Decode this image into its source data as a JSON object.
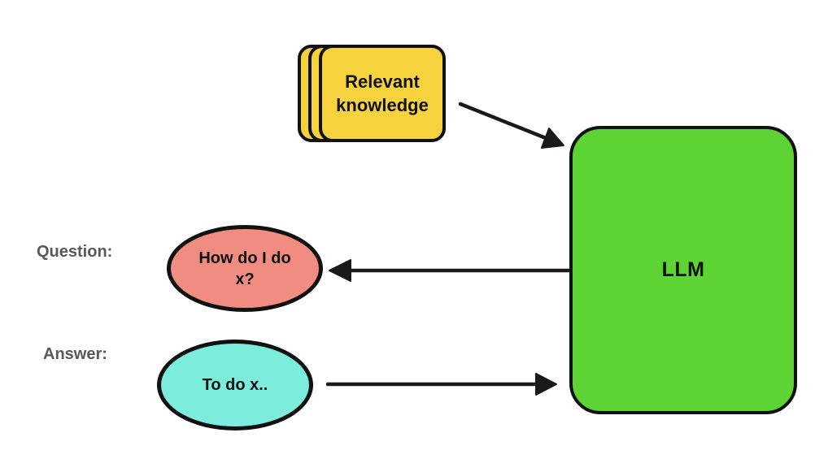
{
  "diagram": {
    "background": "#ffffff",
    "arrow_color": "#1a1a1a",
    "labels": {
      "question": "Question:",
      "answer": "Answer:",
      "color": "#595959"
    },
    "nodes": {
      "knowledge_card": {
        "text": "Relevant knowledge",
        "fill": "#f6d33c",
        "border": "#111111"
      },
      "llm_box": {
        "label": "LLM",
        "fill": "#5ed334",
        "border": "#111111"
      },
      "question_bubble": {
        "text": "How do I do x?",
        "fill": "#f18d80",
        "border": "#111111"
      },
      "answer_bubble": {
        "text": "To do x..",
        "fill": "#7cecdb",
        "border": "#111111"
      }
    },
    "arrows": [
      {
        "name": "knowledge-to-llm",
        "from": "Relevant knowledge",
        "to": "LLM"
      },
      {
        "name": "llm-to-question",
        "from": "LLM",
        "to": "How do I do x?"
      },
      {
        "name": "answer-to-llm",
        "from": "To do x..",
        "to": "LLM"
      }
    ]
  }
}
